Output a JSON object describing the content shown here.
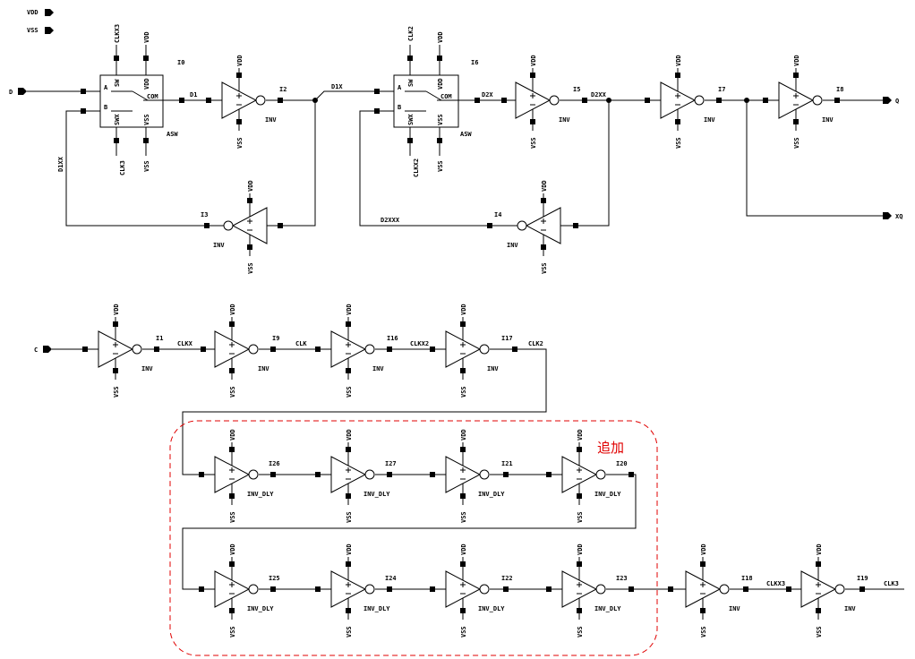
{
  "supplies": [
    "VDD",
    "VSS"
  ],
  "inputs": {
    "d": "D",
    "c": "C"
  },
  "outputs": {
    "q": "Q",
    "xq": "XQ",
    "clk3": "CLK3"
  },
  "pin": {
    "vdd": "VDD",
    "vss": "VSS"
  },
  "nets": {
    "d1": "D1",
    "d1x": "D1X",
    "d1xx": "D1XX",
    "d2x": "D2X",
    "d2xx": "D2XX",
    "d2xxx": "D2XXX",
    "clkx": "CLKX",
    "clk": "CLK",
    "clkx2": "CLKX2",
    "clk2": "CLK2",
    "clkx3": "CLKX3"
  },
  "switches": [
    {
      "id": "I0",
      "cell": "ASW",
      "pins": {
        "sw": "SW",
        "swx": "SWX",
        "a": "A",
        "b": "B",
        "com": "COM",
        "vdd": "VDD",
        "vss": "VSS"
      },
      "ctrl_top": "CLKX3",
      "ctrl_bottom": "CLK3"
    },
    {
      "id": "I6",
      "cell": "ASW",
      "pins": {
        "sw": "SW",
        "swx": "SWX",
        "a": "A",
        "b": "B",
        "com": "COM",
        "vdd": "VDD",
        "vss": "VSS"
      },
      "ctrl_top": "CLK2",
      "ctrl_bottom": "CLKX2"
    }
  ],
  "inverters": {
    "I2": {
      "id": "I2",
      "cell": "INV"
    },
    "I3": {
      "id": "I3",
      "cell": "INV"
    },
    "I5": {
      "id": "I5",
      "cell": "INV"
    },
    "I4": {
      "id": "I4",
      "cell": "INV"
    },
    "I7": {
      "id": "I7",
      "cell": "INV"
    },
    "I8": {
      "id": "I8",
      "cell": "INV"
    },
    "I1": {
      "id": "I1",
      "cell": "INV"
    },
    "I9": {
      "id": "I9",
      "cell": "INV"
    },
    "I16": {
      "id": "I16",
      "cell": "INV"
    },
    "I17": {
      "id": "I17",
      "cell": "INV"
    },
    "I26": {
      "id": "I26",
      "cell": "INV_DLY"
    },
    "I27": {
      "id": "I27",
      "cell": "INV_DLY"
    },
    "I21": {
      "id": "I21",
      "cell": "INV_DLY"
    },
    "I20": {
      "id": "I20",
      "cell": "INV_DLY"
    },
    "I25": {
      "id": "I25",
      "cell": "INV_DLY"
    },
    "I24": {
      "id": "I24",
      "cell": "INV_DLY"
    },
    "I22": {
      "id": "I22",
      "cell": "INV_DLY"
    },
    "I23": {
      "id": "I23",
      "cell": "INV_DLY"
    },
    "I18": {
      "id": "I18",
      "cell": "INV"
    },
    "I19": {
      "id": "I19",
      "cell": "INV"
    }
  },
  "annotation": {
    "text": "追加",
    "color": "#e00000"
  }
}
